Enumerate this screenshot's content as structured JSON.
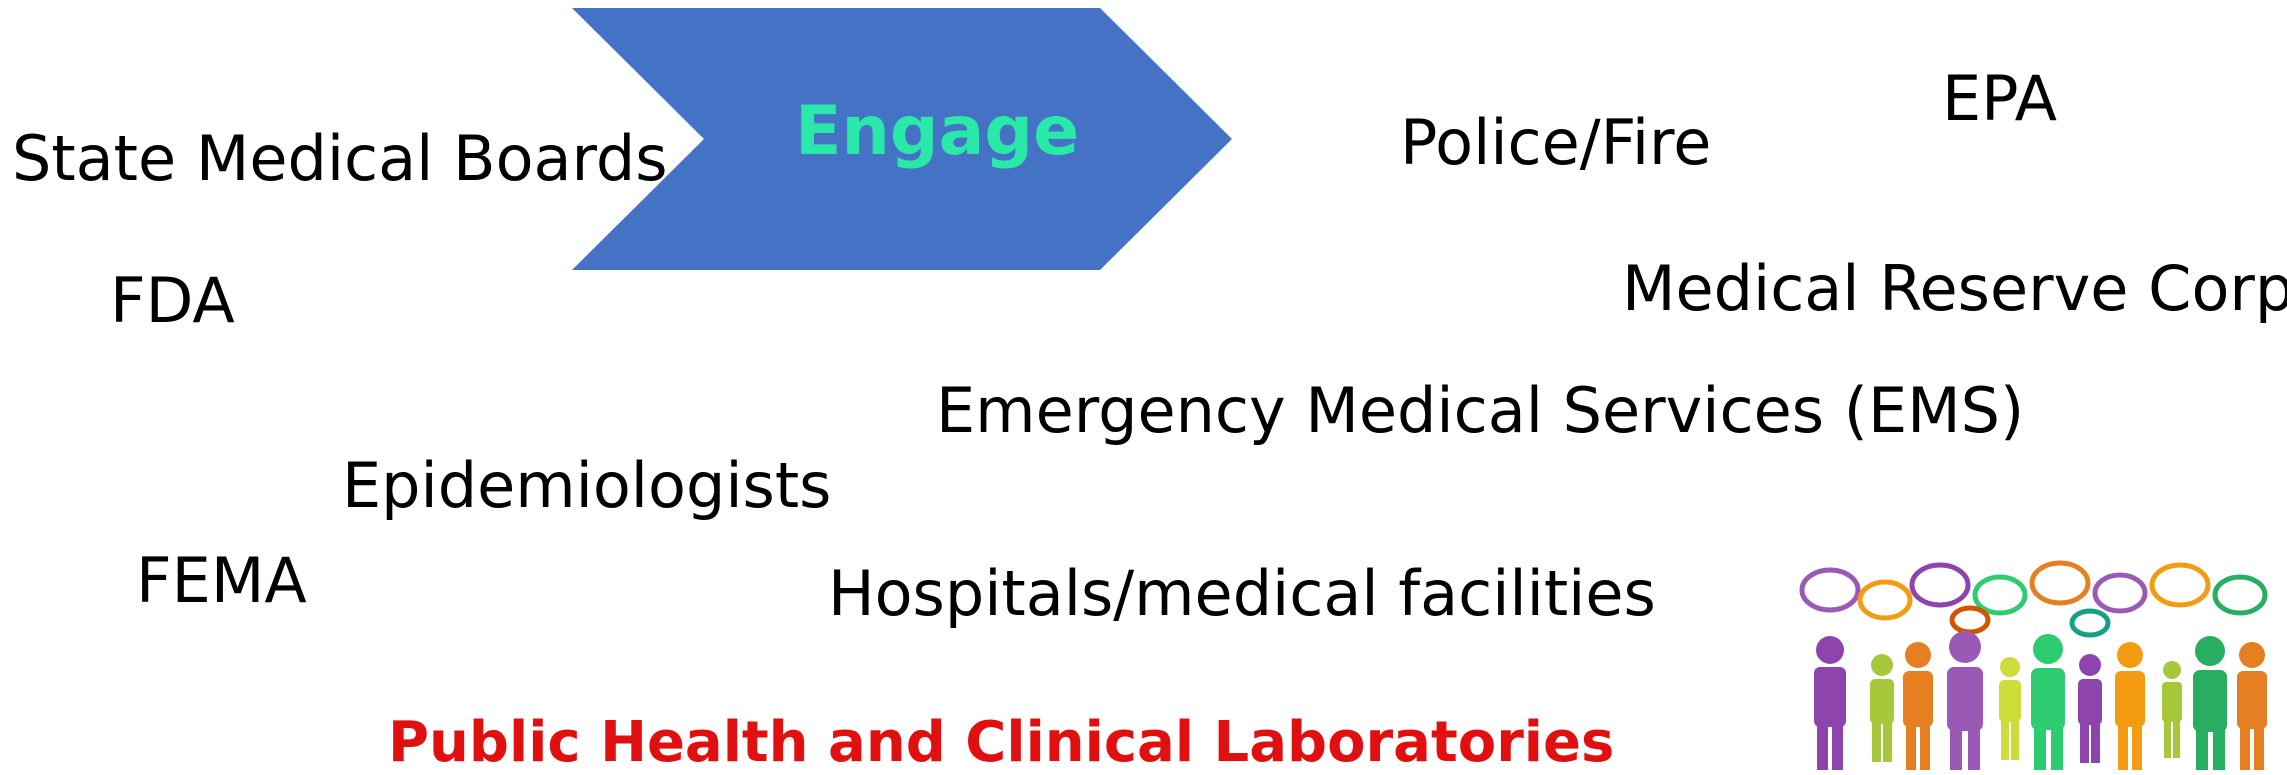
{
  "diagram": {
    "arrow_label": "Engage",
    "arrow_color": "#4472c4",
    "arrow_label_color": "#29e8a8",
    "stakeholders": {
      "state_medical_boards": "State Medical Boards",
      "fda": "FDA",
      "fema": "FEMA",
      "epidemiologists": "Epidemiologists",
      "police_fire": "Police/Fire",
      "epa": "EPA",
      "medical_reserve_corps": "Medical Reserve Corps",
      "ems": "Emergency Medical Services (EMS)",
      "hospitals": "Hospitals/medical facilities"
    },
    "footer_title": "Public Health and Clinical Laboratories",
    "footer_color": "#e01010",
    "illustration_icon": "people-speech-bubbles-icon"
  }
}
